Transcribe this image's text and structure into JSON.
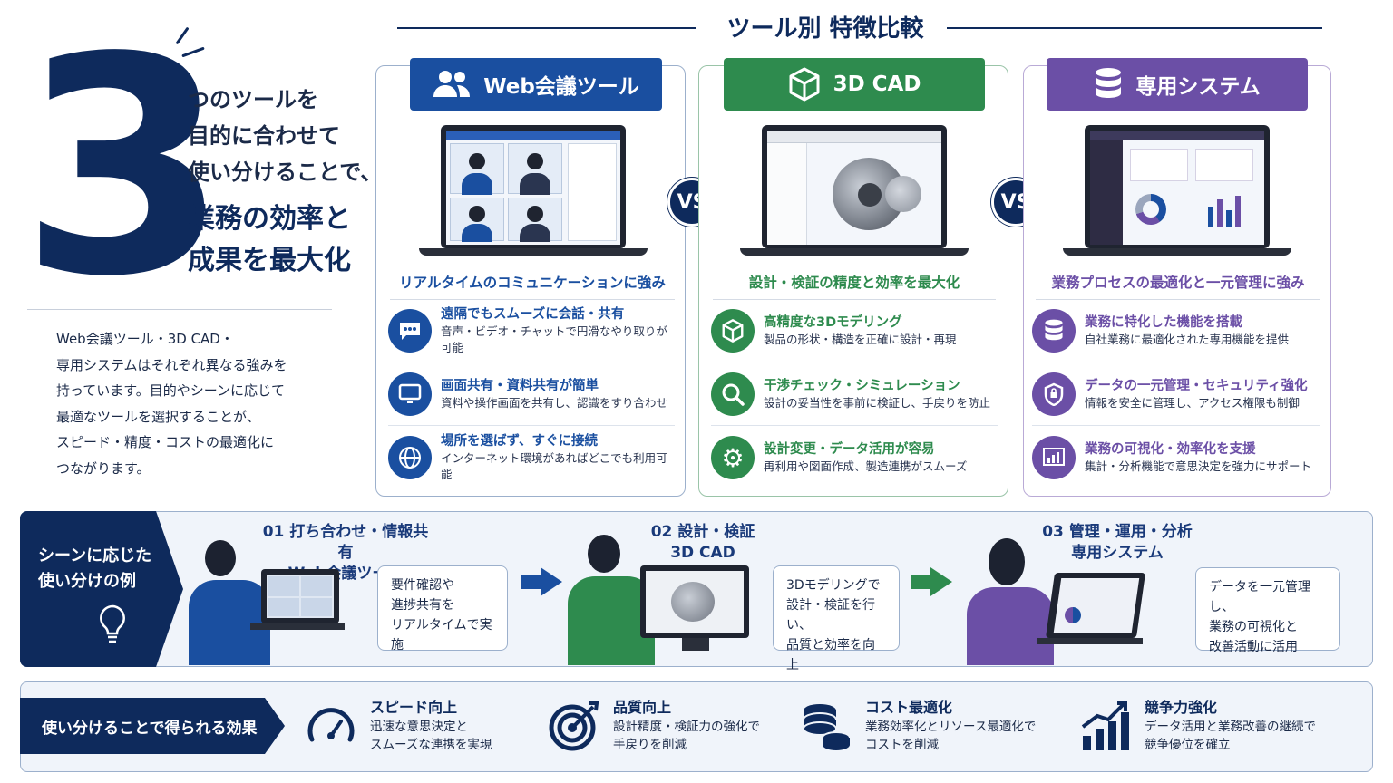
{
  "hero": {
    "number": "3",
    "lines": [
      "つのツールを",
      "目的に合わせて",
      "使い分けることで、"
    ],
    "emphasis": [
      "業務の効率と",
      "成果を最大化"
    ],
    "intro": [
      "Web会議ツール・3D CAD・",
      "専用システムはそれぞれ異なる強みを",
      "持っています。目的やシーンに応じて",
      "最適なツールを選択することが、",
      "スピード・精度・コストの最適化に",
      "つながります。"
    ]
  },
  "section_title": "ツール別 特徴比較",
  "vs_label": "VS",
  "colors": {
    "navy": "#0e2a5c",
    "blue": "#1a4fa0",
    "green": "#2e8b4e",
    "purple": "#6b4fa6"
  },
  "tools": [
    {
      "name": "Web会議ツール",
      "icon": "users-icon",
      "tagline": "リアルタイムのコミュニケーションに強み",
      "features": [
        {
          "title": "遠隔でもスムーズに会話・共有",
          "desc": "音声・ビデオ・チャットで円滑なやり取りが可能",
          "icon": "chat-icon"
        },
        {
          "title": "画面共有・資料共有が簡単",
          "desc": "資料や操作画面を共有し、認識をすり合わせ",
          "icon": "monitor-icon"
        },
        {
          "title": "場所を選ばず、すぐに接続",
          "desc": "インターネット環境があればどこでも利用可能",
          "icon": "globe-icon"
        }
      ]
    },
    {
      "name": "3D CAD",
      "icon": "cube-icon",
      "tagline": "設計・検証の精度と効率を最大化",
      "features": [
        {
          "title": "高精度な3Dモデリング",
          "desc": "製品の形状・構造を正確に設計・再現",
          "icon": "cube-icon"
        },
        {
          "title": "干渉チェック・シミュレーション",
          "desc": "設計の妥当性を事前に検証し、手戻りを防止",
          "icon": "search-icon"
        },
        {
          "title": "設計変更・データ活用が容易",
          "desc": "再利用や図面作成、製造連携がスムーズ",
          "icon": "gear-icon"
        }
      ]
    },
    {
      "name": "専用システム",
      "icon": "database-icon",
      "tagline": "業務プロセスの最適化と一元管理に強み",
      "features": [
        {
          "title": "業務に特化した機能を搭載",
          "desc": "自社業務に最適化された専用機能を提供",
          "icon": "database-icon"
        },
        {
          "title": "データの一元管理・セキュリティ強化",
          "desc": "情報を安全に管理し、アクセス権限も制御",
          "icon": "shield-icon"
        },
        {
          "title": "業務の可視化・効率化を支援",
          "desc": "集計・分析機能で意思決定を強力にサポート",
          "icon": "chart-icon"
        }
      ]
    }
  ],
  "scene": {
    "label": [
      "シーンに応じた",
      "使い分けの例"
    ],
    "steps": [
      {
        "num": "01",
        "title": "打ち合わせ・情報共有",
        "tool": "Web会議ツール",
        "bubble": [
          "要件確認や",
          "進捗共有を",
          "リアルタイムで実施"
        ]
      },
      {
        "num": "02",
        "title": "設計・検証",
        "tool": "3D CAD",
        "bubble": [
          "3Dモデリングで",
          "設計・検証を行い、",
          "品質と効率を向上"
        ]
      },
      {
        "num": "03",
        "title": "管理・運用・分析",
        "tool": "専用システム",
        "bubble": [
          "データを一元管理し、",
          "業務の可視化と",
          "改善活動に活用"
        ]
      }
    ]
  },
  "effects": {
    "label": "使い分けることで得られる効果",
    "items": [
      {
        "title": "スピード向上",
        "desc": [
          "迅速な意思決定と",
          "スムーズな連携を実現"
        ],
        "icon": "speedometer-icon"
      },
      {
        "title": "品質向上",
        "desc": [
          "設計精度・検証力の強化で",
          "手戻りを削減"
        ],
        "icon": "target-icon"
      },
      {
        "title": "コスト最適化",
        "desc": [
          "業務効率化とリソース最適化で",
          "コストを削減"
        ],
        "icon": "coins-icon"
      },
      {
        "title": "競争力強化",
        "desc": [
          "データ活用と業務改善の継続で",
          "競争優位を確立"
        ],
        "icon": "growth-chart-icon"
      }
    ]
  }
}
